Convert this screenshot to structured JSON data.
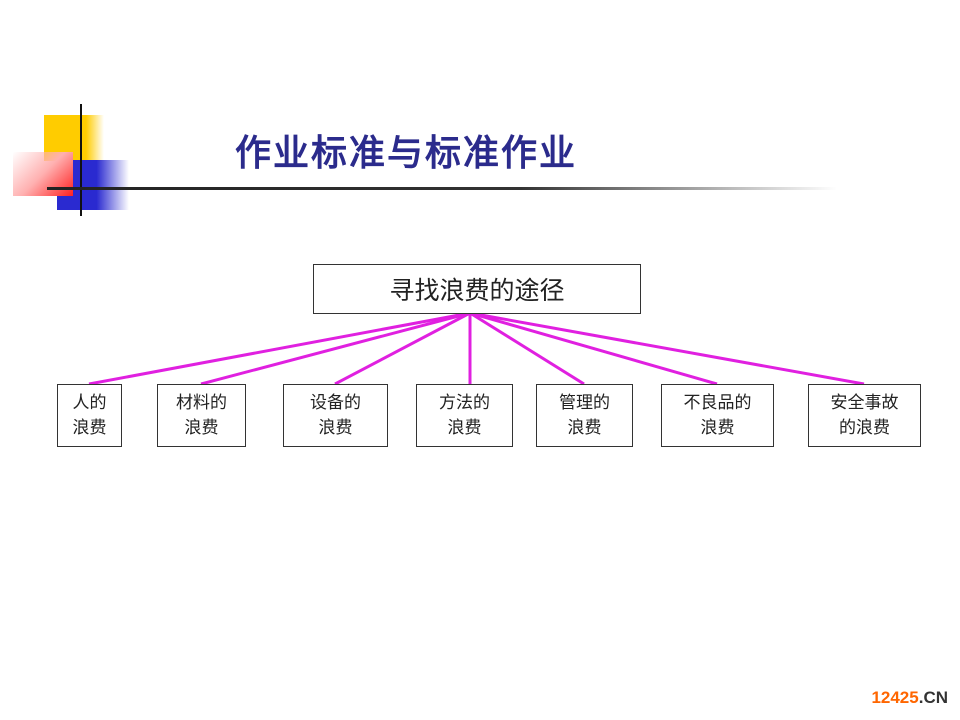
{
  "slide": {
    "title": "作业标准与标准作业"
  },
  "diagram": {
    "root": "寻找浪费的途径",
    "children": [
      {
        "line1": "人的",
        "line2": "浪费"
      },
      {
        "line1": "材料的",
        "line2": "浪费"
      },
      {
        "line1": "设备的",
        "line2": "浪费"
      },
      {
        "line1": "方法的",
        "line2": "浪费"
      },
      {
        "line1": "管理的",
        "line2": "浪费"
      },
      {
        "line1": "不良品的",
        "line2": "浪费"
      },
      {
        "line1": "安全事故",
        "line2": "的浪费"
      }
    ],
    "connector_color": "#e020e0"
  },
  "watermark": {
    "number": "12425",
    "suffix": ".CN"
  }
}
